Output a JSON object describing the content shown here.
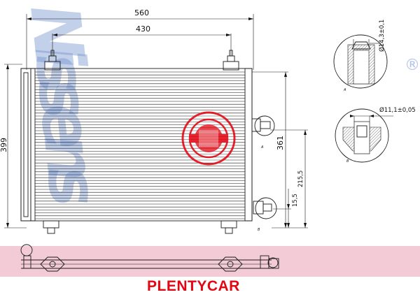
{
  "watermark": {
    "text": "Nissens",
    "symbol": "®"
  },
  "dimensions": {
    "overall_width": "560",
    "mount_spacing": "430",
    "overall_height": "399",
    "core_height": "361",
    "lower_port_height": "215,5",
    "bottom_port_height": "15,5",
    "top_port_diameter": "Ø14,3±0,1",
    "side_port_diameter": "Ø11,1±0,05"
  },
  "detail_labels": {
    "a": "A",
    "b": "B"
  },
  "brand_label": "PLENTYCAR",
  "colors": {
    "brand_red": "#e30613",
    "watermark_blue": "#6f8ecd",
    "band_pink": "#e8a0b4"
  }
}
